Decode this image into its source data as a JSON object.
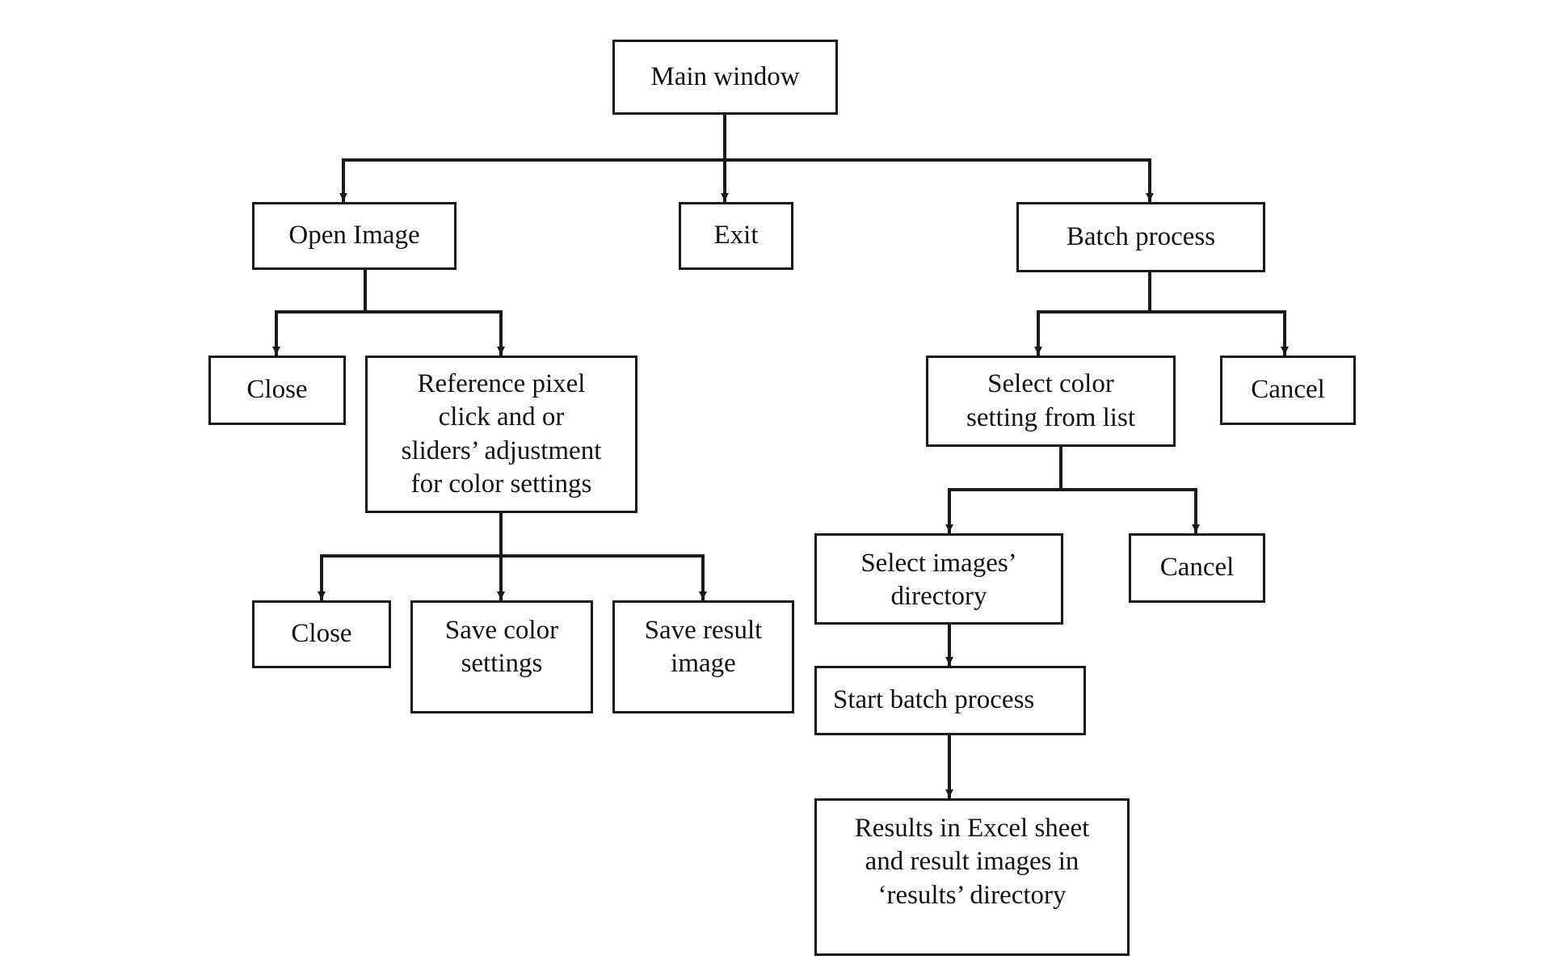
{
  "diagram": {
    "type": "flowchart",
    "colors": {
      "line": "#1a1a1a",
      "box_border": "#1a1a1a",
      "text": "#111111",
      "background": "#ffffff"
    },
    "nodes": {
      "main_window": "Main window",
      "open_image": "Open Image",
      "exit": "Exit",
      "batch_process": "Batch process",
      "close_1": "Close",
      "reference_pixel": "Reference pixel\nclick and or\nsliders’ adjustment\nfor color settings",
      "select_color_setting": "Select color\nsetting from list",
      "cancel_1": "Cancel",
      "close_2": "Close",
      "save_color_settings": "Save color\nsettings",
      "save_result_image": "Save result\nimage",
      "select_images_directory": "Select images’\ndirectory",
      "cancel_2": "Cancel",
      "start_batch_process": "Start batch process",
      "results": "Results in Excel sheet\nand result images in\n‘results’ directory"
    },
    "edges": [
      [
        "main_window",
        "open_image"
      ],
      [
        "main_window",
        "exit"
      ],
      [
        "main_window",
        "batch_process"
      ],
      [
        "open_image",
        "close_1"
      ],
      [
        "open_image",
        "reference_pixel"
      ],
      [
        "reference_pixel",
        "close_2"
      ],
      [
        "reference_pixel",
        "save_color_settings"
      ],
      [
        "reference_pixel",
        "save_result_image"
      ],
      [
        "batch_process",
        "select_color_setting"
      ],
      [
        "batch_process",
        "cancel_1"
      ],
      [
        "select_color_setting",
        "select_images_directory"
      ],
      [
        "select_color_setting",
        "cancel_2"
      ],
      [
        "select_images_directory",
        "start_batch_process"
      ],
      [
        "start_batch_process",
        "results"
      ]
    ]
  }
}
